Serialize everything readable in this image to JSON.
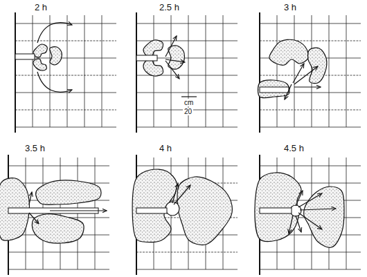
{
  "diagram": {
    "labels": [
      "2 h",
      "2.5 h",
      "3 h",
      "3.5 h",
      "4 h",
      "4.5 h",
      "cm",
      "20"
    ]
  }
}
